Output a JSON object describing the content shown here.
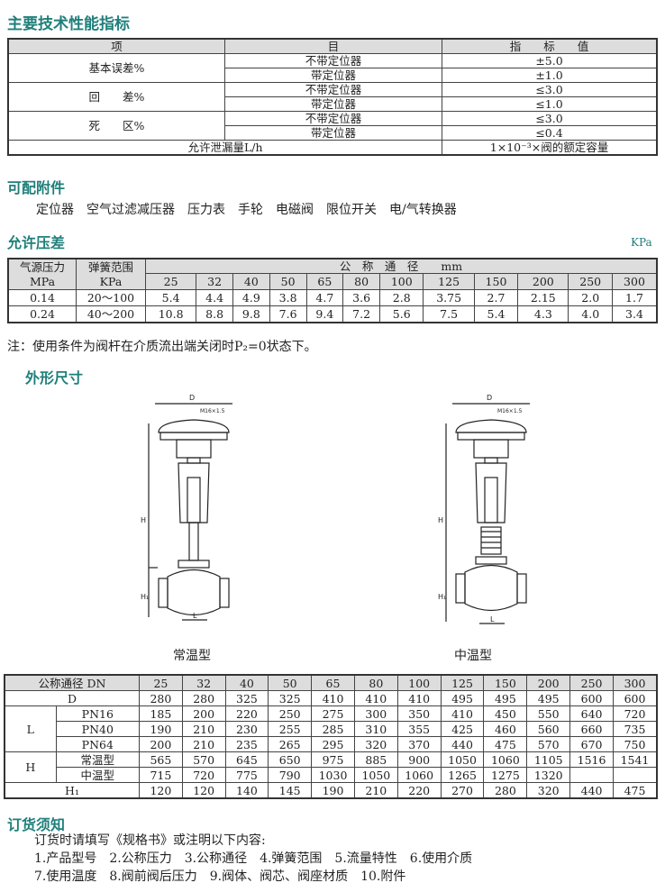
{
  "spec": {
    "title": "主要技术性能指标",
    "headers": [
      "项",
      "目",
      "指　　标　　值"
    ],
    "groups": [
      {
        "label": "基本误差%",
        "rows": [
          [
            "不带定位器",
            "±5.0"
          ],
          [
            "带定位器",
            "±1.0"
          ]
        ]
      },
      {
        "label": "回　　差%",
        "rows": [
          [
            "不带定位器",
            "≤3.0"
          ],
          [
            "带定位器",
            "≤1.0"
          ]
        ]
      },
      {
        "label": "死　　区%",
        "rows": [
          [
            "不带定位器",
            "≤3.0"
          ],
          [
            "带定位器",
            "≤0.4"
          ]
        ]
      }
    ],
    "leak_label": "允许泄漏量L/h",
    "leak_value": "1×10⁻³×阀的额定容量"
  },
  "accessories": {
    "title": "可配附件",
    "items": "定位器　空气过滤减压器　压力表　手轮　电磁阀　限位开关　电/气转换器"
  },
  "pressure": {
    "title": "允许压差",
    "unit": "KPa",
    "h1": "气源压力",
    "h1b": "MPa",
    "h2": "弹簧范围",
    "h2b": "KPa",
    "h3": "公　称　通　径　　mm",
    "dn": [
      "25",
      "32",
      "40",
      "50",
      "65",
      "80",
      "100",
      "125",
      "150",
      "200",
      "250",
      "300"
    ],
    "rows": [
      {
        "p": "0.14",
        "s": "20～100",
        "v": [
          "5.4",
          "4.4",
          "4.9",
          "3.8",
          "4.7",
          "3.6",
          "2.8",
          "3.75",
          "2.7",
          "2.15",
          "2.0",
          "1.7"
        ]
      },
      {
        "p": "0.24",
        "s": "40～200",
        "v": [
          "10.8",
          "8.8",
          "9.8",
          "7.6",
          "9.4",
          "7.2",
          "5.6",
          "7.5",
          "5.4",
          "4.3",
          "4.0",
          "3.4"
        ]
      }
    ]
  },
  "note": "注：使用条件为阀杆在介质流出端关闭时P₂=0状态下。",
  "dims": {
    "title": "外形尺寸",
    "cap1": "常温型",
    "cap2": "中温型",
    "lbl_d": "D",
    "lbl_m": "M16×1.5",
    "lbl_h": "H",
    "lbl_h1": "H₁",
    "lbl_l": "L",
    "head": "公称通径 DN",
    "dn": [
      "25",
      "32",
      "40",
      "50",
      "65",
      "80",
      "100",
      "125",
      "150",
      "200",
      "250",
      "300"
    ],
    "D": [
      "280",
      "280",
      "325",
      "325",
      "410",
      "410",
      "410",
      "495",
      "495",
      "495",
      "600",
      "600"
    ],
    "L_label": "L",
    "H_label": "H",
    "H1_label": "H₁",
    "D_label": "D",
    "L": [
      {
        "k": "PN16",
        "v": [
          "185",
          "200",
          "220",
          "250",
          "275",
          "300",
          "350",
          "410",
          "450",
          "550",
          "640",
          "720"
        ]
      },
      {
        "k": "PN40",
        "v": [
          "190",
          "210",
          "230",
          "255",
          "285",
          "310",
          "355",
          "425",
          "460",
          "560",
          "660",
          "735"
        ]
      },
      {
        "k": "PN64",
        "v": [
          "200",
          "210",
          "235",
          "265",
          "295",
          "320",
          "370",
          "440",
          "475",
          "570",
          "670",
          "750"
        ]
      }
    ],
    "H": [
      {
        "k": "常温型",
        "v": [
          "565",
          "570",
          "645",
          "650",
          "975",
          "885",
          "900",
          "1050",
          "1060",
          "1105",
          "1516",
          "1541"
        ]
      },
      {
        "k": "中温型",
        "v": [
          "715",
          "720",
          "775",
          "790",
          "1030",
          "1050",
          "1060",
          "1265",
          "1275",
          "1320",
          "",
          ""
        ]
      }
    ],
    "H1": [
      "120",
      "120",
      "140",
      "145",
      "190",
      "210",
      "220",
      "270",
      "280",
      "320",
      "440",
      "475"
    ]
  },
  "order": {
    "title": "订货须知",
    "lines": [
      "订货时请填写《规格书》或注明以下内容:",
      "1.产品型号　2.公称压力　3.公称通径　4.弹簧范围　5.流量特性　6.使用介质",
      "7.使用温度　8.阀前阀后压力　9.阀体、阀芯、阀座材质　10.附件"
    ]
  },
  "colors": {
    "heading": "#1f7f7b",
    "header_bg": "#dddddd"
  }
}
